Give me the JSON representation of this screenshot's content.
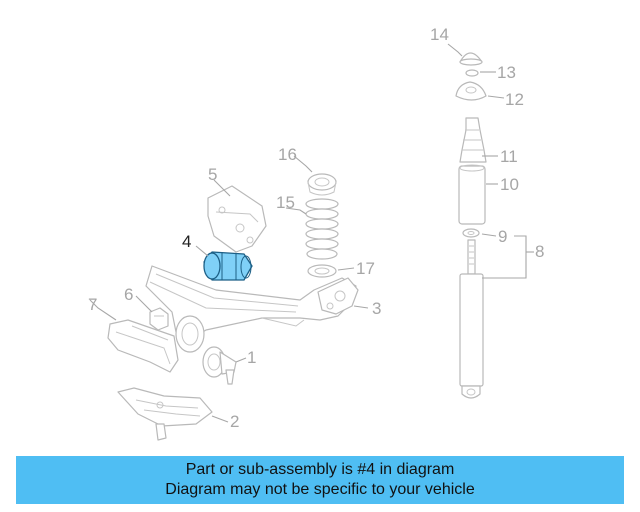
{
  "diagram": {
    "highlighted_part": "4",
    "callouts": [
      "1",
      "2",
      "3",
      "4",
      "5",
      "6",
      "7",
      "8",
      "9",
      "10",
      "11",
      "12",
      "13",
      "14",
      "15",
      "16",
      "17"
    ]
  },
  "banner": {
    "line1": "Part or sub-assembly is #4 in diagram",
    "line2": "Diagram may not be specific to your vehicle"
  },
  "colors": {
    "banner_bg": "#4fbef3",
    "highlight_fill": "#7fd0f7",
    "highlight_stroke": "#1c5f86",
    "line_art": "#b9b9b9"
  }
}
